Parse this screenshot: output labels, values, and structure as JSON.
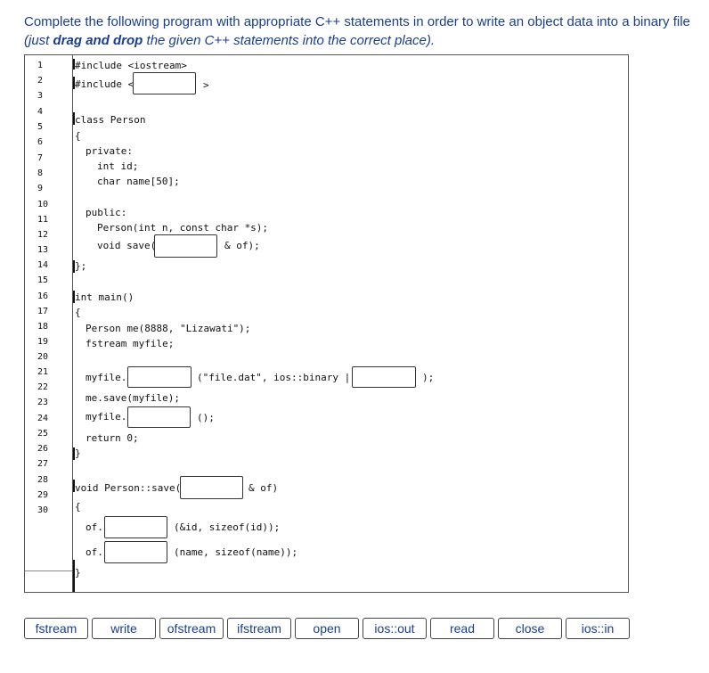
{
  "instruction": {
    "part1": "Complete the following program with appropriate C++ statements in order to write an object data into a binary file ",
    "part2": "(just ",
    "part3": "drag and drop",
    "part4": " the given C++ statements into the correct place)."
  },
  "line_numbers": [
    "1",
    "2",
    "3",
    "4",
    "5",
    "6",
    "7",
    "8",
    "9",
    "10",
    "11",
    "12",
    "13",
    "14",
    "15",
    "16",
    "17",
    "18",
    "19",
    "20",
    "21",
    "22",
    "23",
    "24",
    "25",
    "26",
    "27",
    "28",
    "29",
    "30"
  ],
  "code": {
    "l1": "#include <iostream>",
    "l2a": "#include <",
    "l2b": ">",
    "l4": "class Person",
    "l5": "{",
    "l6": "private:",
    "l7": "int id;",
    "l8": "char name[50];",
    "l10": "public:",
    "l11": "Person(int n, const char *s);",
    "l12a": "void save(",
    "l12b": "& of);",
    "l13": "};",
    "l15": "int main()",
    "l16": "{",
    "l17": "Person me(8888, \"Lizawati\");",
    "l18": "fstream myfile;",
    "l20a": "myfile.",
    "l20b": "(\"file.dat\", ios::binary |",
    "l20c": ");",
    "l21": "me.save(myfile);",
    "l22a": "myfile.",
    "l22b": "();",
    "l23": "return 0;",
    "l24": "}",
    "l26a": "void Person::save(",
    "l26b": "& of)",
    "l27": "{",
    "l28a": "of.",
    "l28b": "(&id, sizeof(id));",
    "l29a": "of.",
    "l29b": "(name, sizeof(name));",
    "l30": "}"
  },
  "options": [
    "fstream",
    "write",
    "ofstream",
    "ifstream",
    "open",
    "ios::out",
    "read",
    "close",
    "ios::in"
  ]
}
